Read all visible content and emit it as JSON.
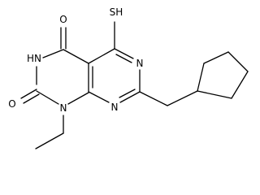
{
  "structure": {
    "atoms": {
      "o_top": "O",
      "o_left": "O",
      "nh": "HN",
      "n_pyr_top": "N",
      "n_pyr_bottom": "N",
      "n_ethyl": "N",
      "sh": "SH"
    }
  }
}
